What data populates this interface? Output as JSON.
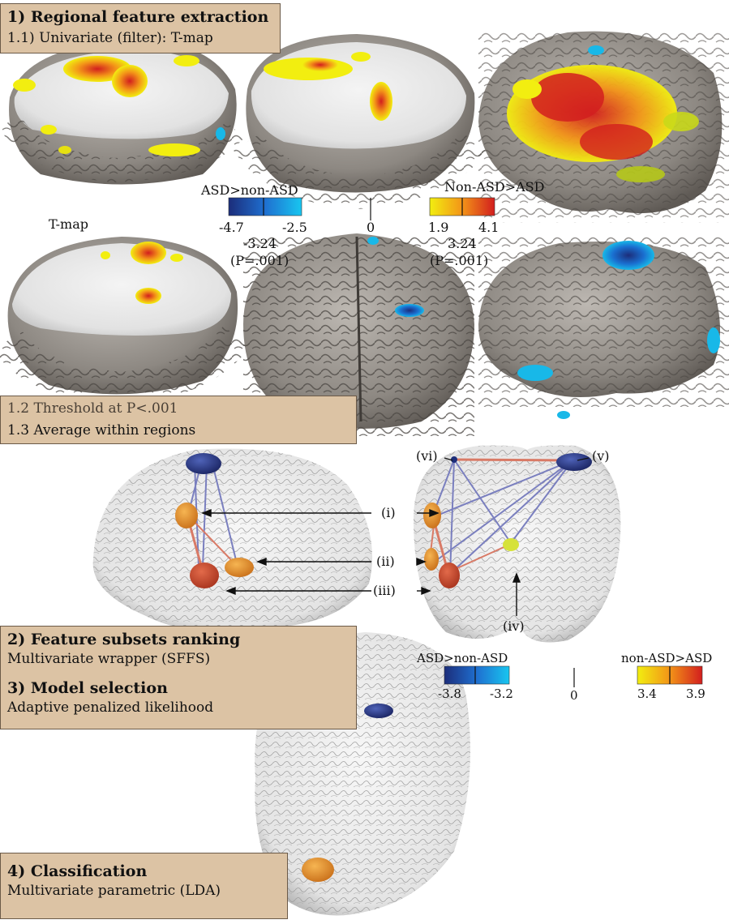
{
  "steps": {
    "s1": {
      "title": "1) Regional feature extraction",
      "sub": "1.1) Univariate (filter): T-map"
    },
    "s12": {
      "line1": "1.2 Threshold at P<.001",
      "line2": "1.3 Average within regions"
    },
    "s2": {
      "title": "2) Feature subsets ranking",
      "sub": "Multivariate wrapper (SFFS)"
    },
    "s3": {
      "title": "3) Model selection",
      "sub": "Adaptive penalized likelihood"
    },
    "s4": {
      "title": "4) Classification",
      "sub": "Multivariate parametric (LDA)"
    }
  },
  "tmap": {
    "label": "T-map",
    "neg_title": "ASD>non-ASD",
    "neg_min": "-4.7",
    "neg_max": "-2.5",
    "neg_thr": "-3.24",
    "neg_p": "(P=.001)",
    "zero": "0",
    "pos_title": "Non-ASD>ASD",
    "pos_min": "1.9",
    "pos_max": "4.1",
    "pos_thr": "3.24",
    "pos_p": "(P=.001)"
  },
  "regions_scale": {
    "neg_title": "ASD>non-ASD",
    "neg_min": "-3.8",
    "neg_max": "-3.2",
    "zero": "0",
    "pos_title": "non-ASD>ASD",
    "pos_min": "3.4",
    "pos_max": "3.9"
  },
  "regions": [
    "(i)",
    "(ii)",
    "(iii)",
    "(iv)",
    "(v)",
    "(vi)"
  ],
  "colors": {
    "box": "#dcc3a4",
    "neg_dark": "#1c2d7a",
    "neg_light": "#18b8e8",
    "pos_yellow": "#f2ee10",
    "pos_orange": "#f39418",
    "pos_red": "#d21e1e",
    "brain": "#8a8580"
  }
}
